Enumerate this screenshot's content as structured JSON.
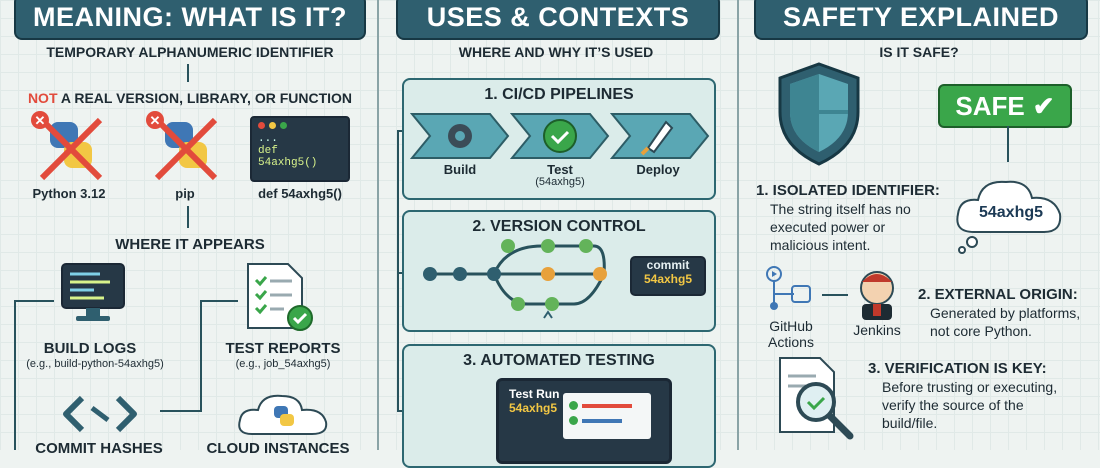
{
  "columns": {
    "meaning": {
      "title": "MEANING: WHAT IS IT?",
      "subtitle": "TEMPORARY ALPHANUMERIC IDENTIFIER",
      "not_word": "NOT",
      "not_rest": " A REAL VERSION, LIBRARY, OR FUNCTION",
      "items": [
        "Python 3.12",
        "pip",
        "def 54axhg5()"
      ],
      "code_snippet": "def 54axhg5()",
      "code_dots": "...",
      "where_title": "WHERE IT APPEARS",
      "appearances": [
        {
          "label": "BUILD LOGS",
          "example": "(e.g., build-python-54axhg5)"
        },
        {
          "label": "TEST REPORTS",
          "example": "(e.g., job_54axhg5)"
        },
        {
          "label": "COMMIT HASHES",
          "example": ""
        },
        {
          "label": "CLOUD INSTANCES",
          "example": ""
        }
      ]
    },
    "uses": {
      "title": "USES & CONTEXTS",
      "subtitle": "WHERE AND WHY IT’S USED",
      "panels": [
        {
          "title": "1. CI/CD PIPELINES",
          "steps": [
            "Build",
            "Test",
            "Deploy"
          ],
          "test_sub": "(54axhg5)"
        },
        {
          "title": "2. VERSION CONTROL",
          "commit_label": "commit",
          "commit_id": "54axhg5"
        },
        {
          "title": "3. AUTOMATED TESTING",
          "run_label": "Test Run",
          "run_id": "54axhg5"
        }
      ]
    },
    "safety": {
      "title": "SAFETY EXPLAINED",
      "subtitle": "IS IT SAFE?",
      "badge": "SAFE",
      "cloud_id": "54axhg5",
      "points": [
        {
          "head": "1. ISOLATED IDENTIFIER:",
          "body": [
            "The string itself has no",
            "executed power or",
            "malicious intent."
          ]
        },
        {
          "head": "2. EXTERNAL ORIGIN:",
          "body": [
            "Generated by platforms,",
            "not core Python."
          ]
        },
        {
          "head": "3. VERIFICATION IS KEY:",
          "body": [
            "Before trusting or executing,",
            "verify the source of the",
            "build/file."
          ]
        }
      ],
      "platforms": [
        "GitHub",
        "Actions",
        "Jenkins"
      ]
    }
  },
  "colors": {
    "banner": "#2f5f6f",
    "accent_green": "#3aa64a",
    "red_x": "#e24b3c",
    "panel": "#dbecea",
    "orange_node": "#e8a13b"
  }
}
